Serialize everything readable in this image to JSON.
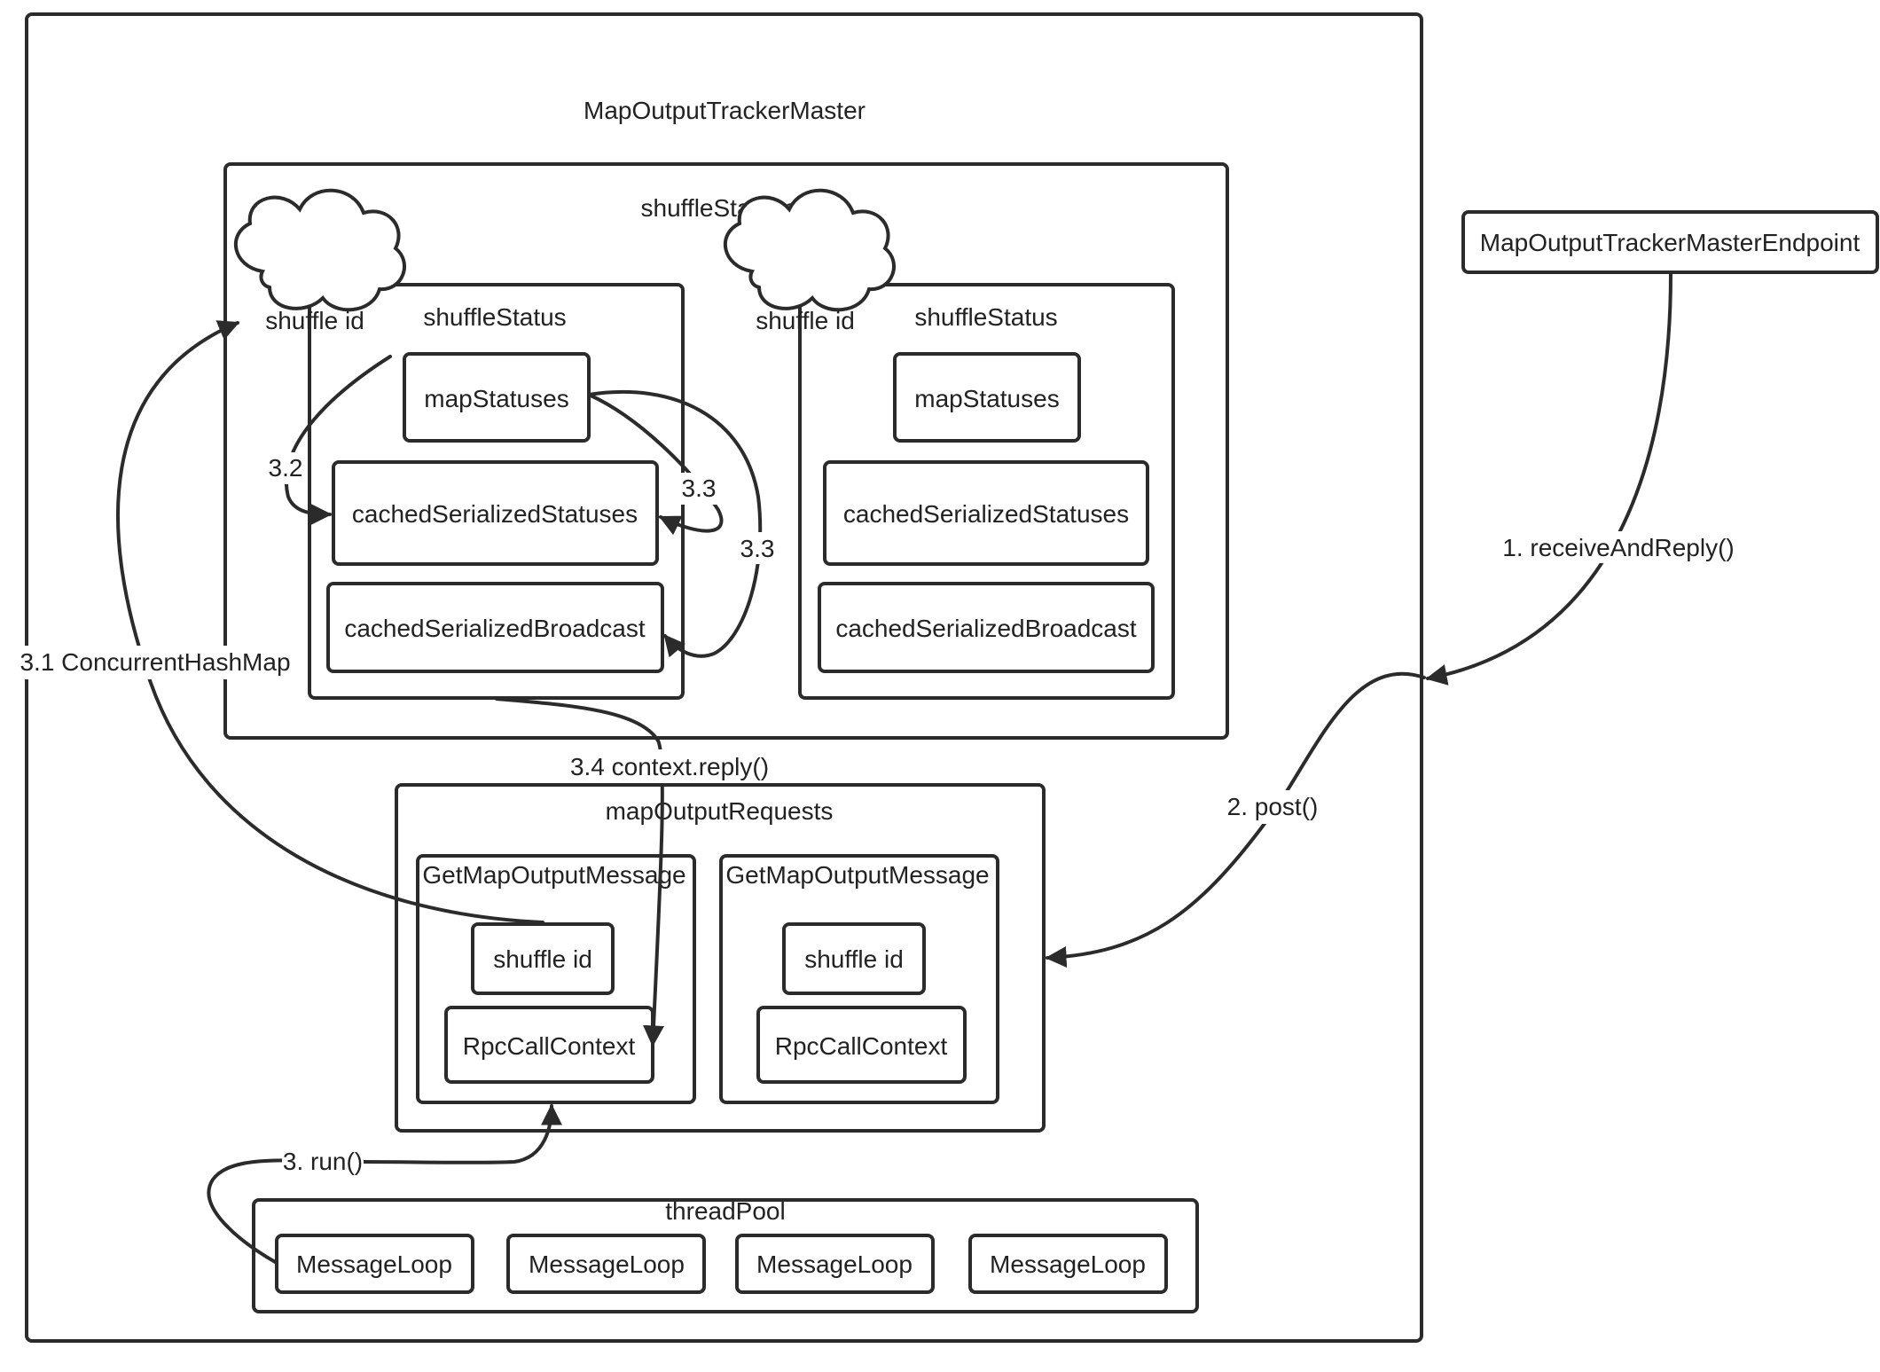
{
  "diagram": {
    "title": "MapOutputTrackerMaster",
    "endpoint": "MapOutputTrackerMasterEndpoint",
    "shuffle_statuses": {
      "label": "shuffleStatuses",
      "entries": [
        {
          "key": "shuffle id",
          "status_label": "shuffleStatus",
          "fields": [
            "mapStatuses",
            "cachedSerializedStatuses",
            "cachedSerializedBroadcast"
          ]
        },
        {
          "key": "shuffle id",
          "status_label": "shuffleStatus",
          "fields": [
            "mapStatuses",
            "cachedSerializedStatuses",
            "cachedSerializedBroadcast"
          ]
        }
      ]
    },
    "map_output_requests": {
      "label": "mapOutputRequests",
      "messages": [
        {
          "label": "GetMapOutputMessage",
          "shuffle_id": "shuffle id",
          "context": "RpcCallContext"
        },
        {
          "label": "GetMapOutputMessage",
          "shuffle_id": "shuffle id",
          "context": "RpcCallContext"
        }
      ]
    },
    "thread_pool": {
      "label": "threadPool",
      "loops": [
        "MessageLoop",
        "MessageLoop",
        "MessageLoop",
        "MessageLoop"
      ]
    },
    "edges": {
      "receive_and_reply": "1. receiveAndReply()",
      "post": "2. post()",
      "run": "3. run()",
      "concurrent_hash_map": "3.1 ConcurrentHashMap",
      "step_3_2": "3.2",
      "step_3_3_a": "3.3",
      "step_3_3_b": "3.3",
      "context_reply": "3.4 context.reply()"
    },
    "stroke_color": "#2b2b2b"
  }
}
